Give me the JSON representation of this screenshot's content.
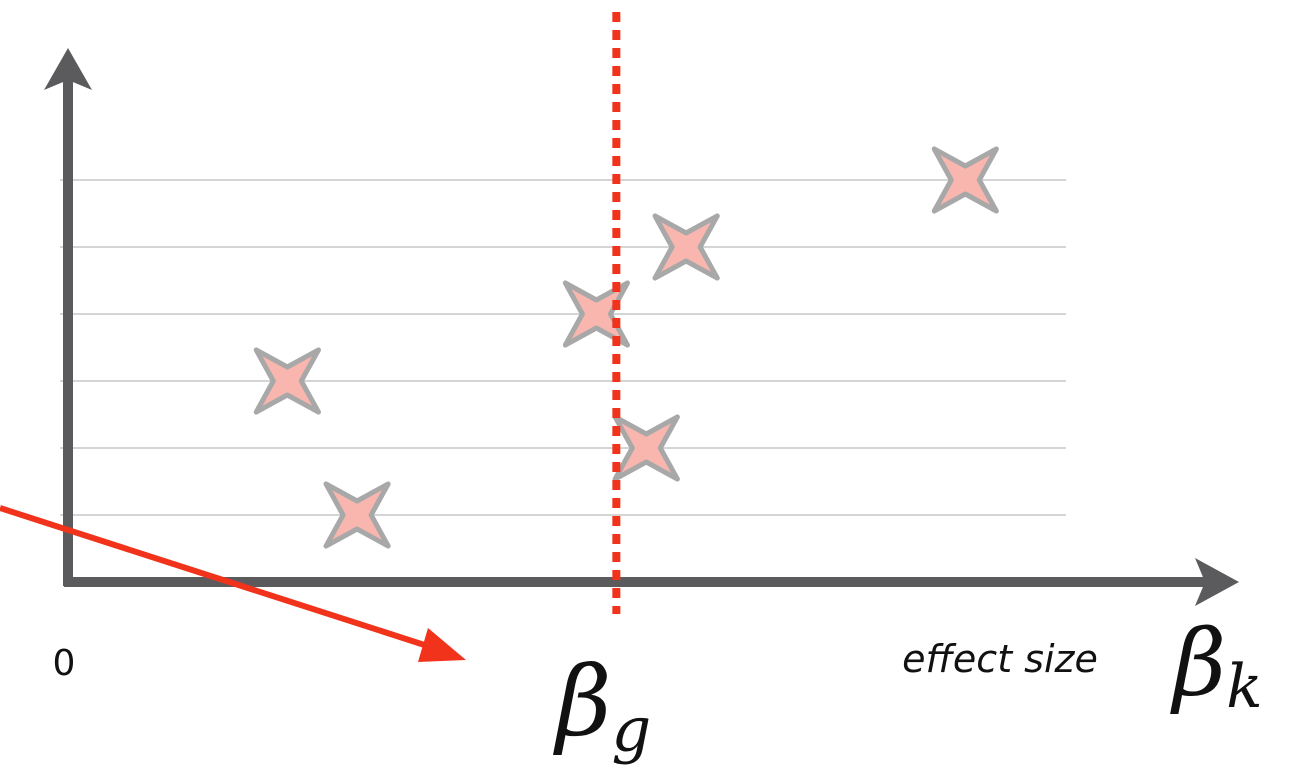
{
  "chart_data": {
    "type": "scatter",
    "title": "",
    "xlabel": "effect size",
    "xlabel_symbol": "β",
    "xlabel_symbol_subscript": "k",
    "x_tick_labels": [
      "0"
    ],
    "group_line": {
      "symbol": "β",
      "subscript": "g",
      "x": 0.55
    },
    "xlim": [
      0,
      1.2
    ],
    "ylim": [
      0,
      8
    ],
    "gridlines_y": [
      1,
      2,
      3,
      4,
      5,
      6
    ],
    "points": [
      {
        "x": 0.22,
        "y": 3
      },
      {
        "x": 0.29,
        "y": 1
      },
      {
        "x": 0.53,
        "y": 4
      },
      {
        "x": 0.58,
        "y": 2
      },
      {
        "x": 0.62,
        "y": 5
      },
      {
        "x": 0.9,
        "y": 6
      }
    ],
    "colors": {
      "axis": "#5b5b5d",
      "grid": "#d5d5d5",
      "marker_fill": "#f8b6ae",
      "marker_stroke": "#a8a8a8",
      "group_line": "#f2331c",
      "arrow": "#f2331c",
      "text": "#111111"
    }
  }
}
